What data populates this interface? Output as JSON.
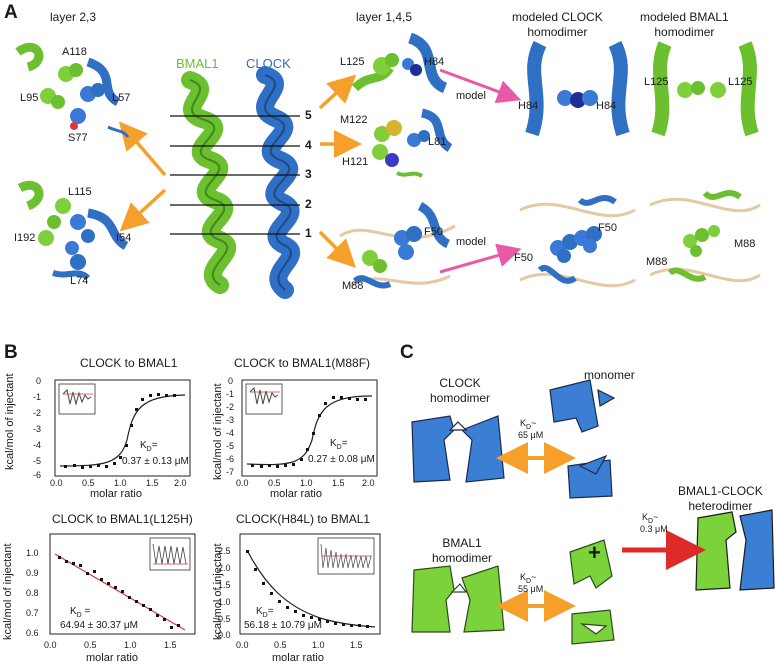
{
  "panelA": {
    "letter": "A",
    "titles": {
      "layer23": "layer 2,3",
      "layer145": "layer 1,4,5",
      "clock_homodimer": "modeled CLOCK\nhomodimer",
      "bmal1_homodimer": "modeled BMAL1\nhomodimer"
    },
    "protein_labels": {
      "bmal1": "BMAL1",
      "clock": "CLOCK"
    },
    "layer_numbers": [
      "5",
      "4",
      "3",
      "2",
      "1"
    ],
    "residues": {
      "top_left": [
        "A118",
        "L95",
        "L57",
        "S77"
      ],
      "bottom_left": [
        "L115",
        "I192",
        "I54",
        "L74"
      ],
      "layer5": [
        "L125",
        "H84"
      ],
      "layer4": [
        "M122",
        "L81",
        "H121"
      ],
      "layer1": [
        "F50",
        "M88"
      ],
      "clock_model_top": [
        "H84",
        "H84"
      ],
      "bmal_model_top": [
        "L125",
        "L125"
      ],
      "clock_model_bottom": [
        "F50",
        "F50"
      ],
      "bmal_model_bottom": [
        "M88",
        "M88"
      ]
    },
    "model_label": "model",
    "colors": {
      "bmal1": "#6cbf2e",
      "clock": "#2f6fc4",
      "arrow_orange": "#f5a02a",
      "arrow_pink": "#e85aa8"
    }
  },
  "panelB": {
    "letter": "B",
    "ylabel": "kcal/mol of injectant",
    "xlabel": "molar ratio",
    "plots": [
      {
        "title": "CLOCK to BMAL1",
        "kd_line": "K",
        "kd_sub": "D",
        "kd_eq": "=",
        "kd_value": "0.37 ± 0.13 μM",
        "yticks": [
          "0",
          "-1",
          "-2",
          "-3",
          "-4",
          "-5",
          "-6"
        ],
        "xticks": [
          "0.0",
          "0.5",
          "1.0",
          "1.5",
          "2.0"
        ]
      },
      {
        "title": "CLOCK to BMAL1(M88F)",
        "kd_line": "K",
        "kd_sub": "D",
        "kd_eq": "=",
        "kd_value": "0.27 ± 0.08 μM",
        "yticks": [
          "0",
          "-1",
          "-2",
          "-3",
          "-4",
          "-5",
          "-6",
          "-7"
        ],
        "xticks": [
          "0.0",
          "0.5",
          "1.0",
          "1.5",
          "2.0"
        ]
      },
      {
        "title": "CLOCK to BMAL1(L125H)",
        "kd_line": "K",
        "kd_sub": "D",
        "kd_eq": " =",
        "kd_value": "64.94 ± 30.37 μM",
        "yticks": [
          "1.0",
          "0.9",
          "0.8",
          "0.7",
          "0.6"
        ],
        "xticks": [
          "0.0",
          "0.5",
          "1.0",
          "1.5"
        ]
      },
      {
        "title": "CLOCK(H84L) to BMAL1",
        "kd_line": "K",
        "kd_sub": "D",
        "kd_eq": "=",
        "kd_value": "56.18 ± 10.79 μM",
        "yticks": [
          "2.5",
          "2.0",
          "1.5",
          "1.0",
          "0.5",
          "0.0"
        ],
        "xticks": [
          "0.0",
          "0.5",
          "1.0",
          "1.5"
        ]
      }
    ]
  },
  "panelC": {
    "letter": "C",
    "clock_homodimer": "CLOCK\nhomodimer",
    "bmal1_homodimer": "BMAL1\nhomodimer",
    "monomer": "monomer",
    "heterodimer": "BMAL1-CLOCK\nheterodimer",
    "kd_clock": "65 μM",
    "kd_bmal": "55 μM",
    "kd_hetero": "0.3 μM",
    "kd_prefix": "K",
    "kd_sub": "D",
    "kd_tilde": "~",
    "plus": "+"
  }
}
